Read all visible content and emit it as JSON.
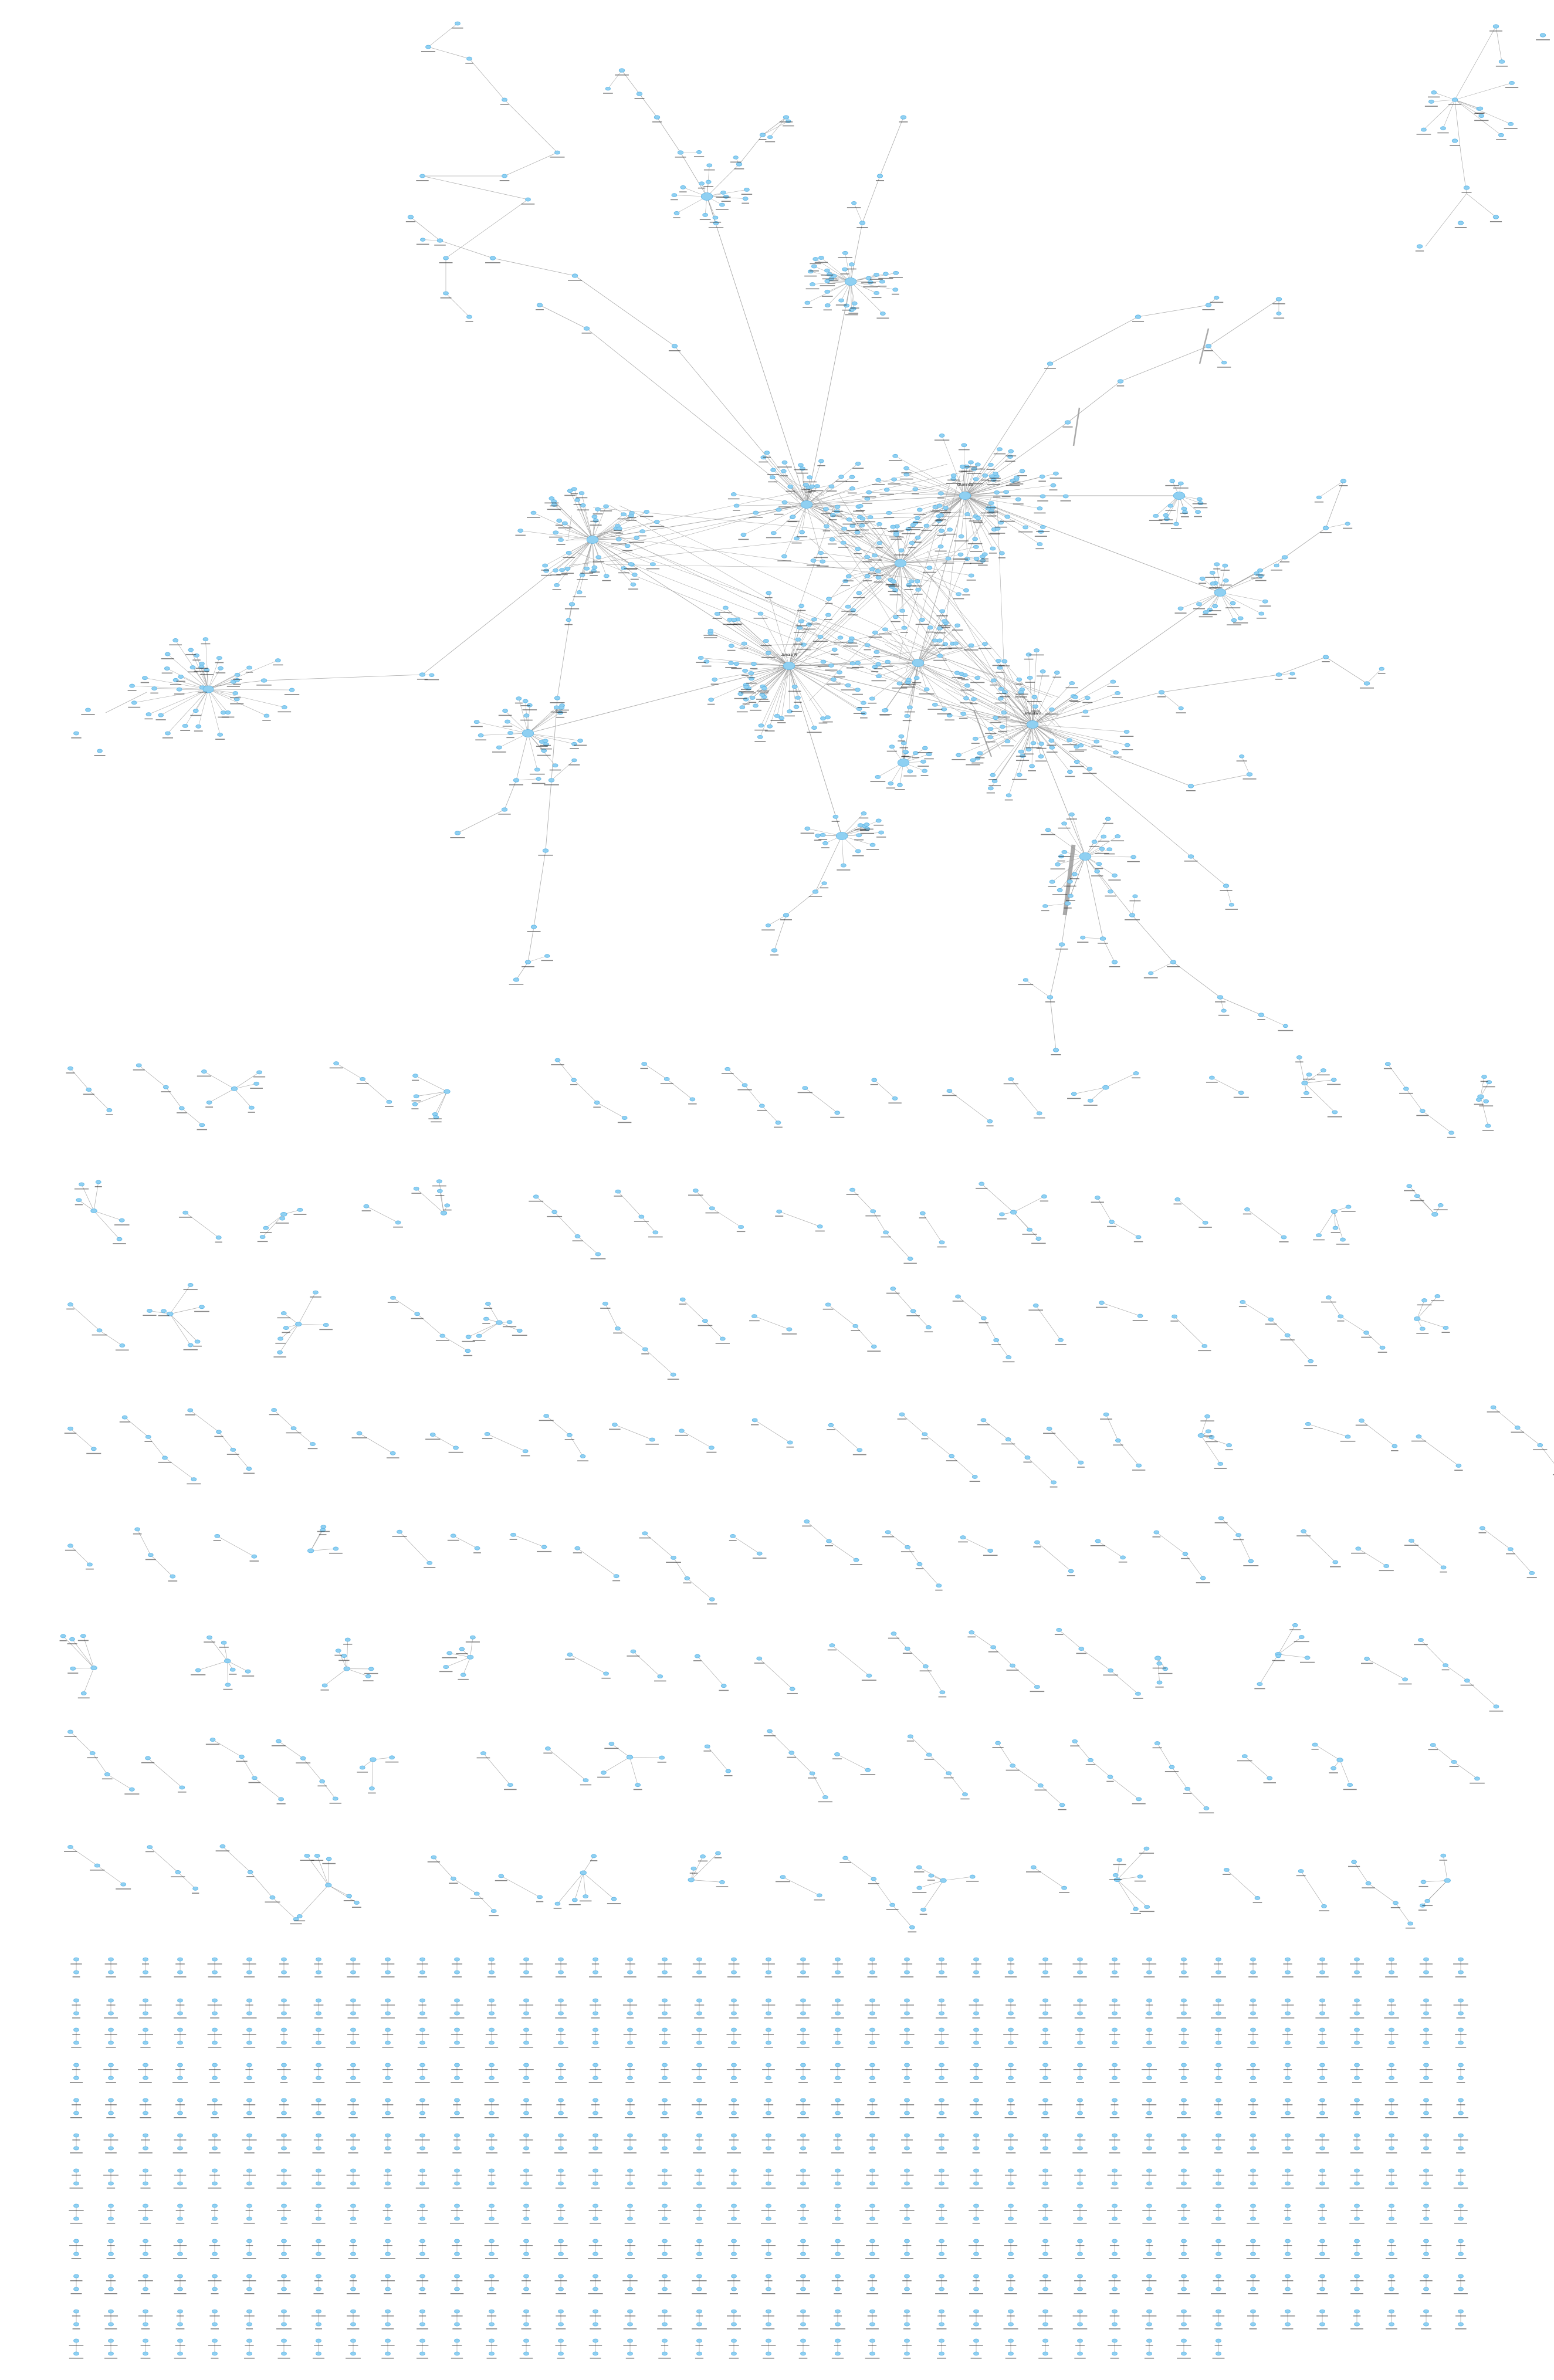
{
  "graph": {
    "node_color": "#8fd0f2",
    "node_stroke": "#5fb6e6",
    "edge_color": "#8e8e8e",
    "label_color": "#111111",
    "visible_labels": [
      "Jamaia_R",
      "chaminda",
      "jamesdavis"
    ]
  }
}
